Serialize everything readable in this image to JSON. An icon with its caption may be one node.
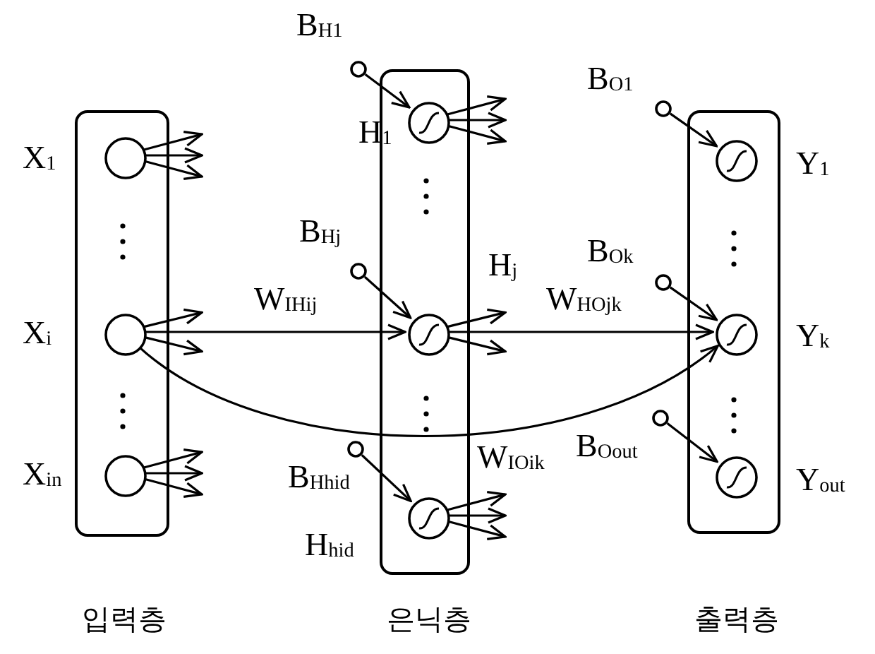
{
  "diagram": {
    "nodes": [
      {
        "text": [
          "입력층"
        ]
      },
      {
        "text": [],
        "shape": "circle",
        "in": 0,
        "beside": [
          "X$_{1}$"
        ]
      },
      {
        "text": [],
        "shape": "circle",
        "in": 0,
        "beside": [
          "X$_{i}$"
        ]
      },
      {
        "text": [],
        "shape": "circle",
        "in": 0,
        "beside": [
          "X$_{in}$"
        ]
      },
      {
        "text": [
          "은닉층"
        ]
      },
      {
        "text": [],
        "shape": "circle",
        "beside": [
          "B$_{H1}$"
        ]
      },
      {
        "text": [],
        "shape": "circle",
        "in": 4,
        "beside": [
          "H$_{1}$"
        ]
      },
      {
        "text": [],
        "shape": "circle",
        "beside": [
          "B$_{Hj}$"
        ]
      },
      {
        "text": [],
        "shape": "circle",
        "in": 4,
        "beside": [
          "H$_{j}$"
        ]
      },
      {
        "text": [],
        "shape": "circle",
        "beside": [
          "B$_{Hhid}$"
        ]
      },
      {
        "text": [],
        "shape": "circle",
        "in": 4,
        "beside": [
          "H$_{hid}$"
        ]
      },
      {
        "text": [
          "출력층"
        ]
      },
      {
        "text": [],
        "shape": "circle",
        "beside": [
          "B$_{O1}$"
        ]
      },
      {
        "text": [],
        "shape": "circle",
        "in": 11,
        "beside": [
          "Y$_{1}$"
        ]
      },
      {
        "text": [],
        "shape": "circle",
        "beside": [
          "B$_{Ok}$"
        ]
      },
      {
        "text": [],
        "shape": "circle",
        "in": 11,
        "beside": [
          "Y$_{k}$"
        ]
      },
      {
        "text": [],
        "shape": "circle",
        "beside": [
          "B$_{Oout}$"
        ]
      },
      {
        "text": [],
        "shape": "circle",
        "in": 11,
        "beside": [
          "Y$_{out}$"
        ]
      }
    ],
    "edges": [
      {
        "from": 1,
        "to": null,
        "arrow": "to"
      },
      {
        "from": 1,
        "to": null,
        "arrow": "to"
      },
      {
        "from": 1,
        "to": null,
        "arrow": "to"
      },
      {
        "from": 2,
        "to": null,
        "arrow": "to"
      },
      {
        "from": 2,
        "to": 8,
        "arrow": "to",
        "label": "W$_{IHij}$"
      },
      {
        "from": 2,
        "to": null,
        "arrow": "to"
      },
      {
        "from": 2,
        "to": 15,
        "arrow": "to",
        "label": "W$_{IOik}$"
      },
      {
        "from": 3,
        "to": null,
        "arrow": "to"
      },
      {
        "from": 3,
        "to": null,
        "arrow": "to"
      },
      {
        "from": 3,
        "to": null,
        "arrow": "to"
      },
      {
        "from": 5,
        "to": 6,
        "arrow": "to"
      },
      {
        "from": 6,
        "to": null,
        "arrow": "to"
      },
      {
        "from": 6,
        "to": null,
        "arrow": "to"
      },
      {
        "from": 6,
        "to": null,
        "arrow": "to"
      },
      {
        "from": 7,
        "to": 8,
        "arrow": "to"
      },
      {
        "from": 8,
        "to": null,
        "arrow": "to"
      },
      {
        "from": 8,
        "to": 15,
        "arrow": "to",
        "label": "W$_{HOjk}$"
      },
      {
        "from": 8,
        "to": null,
        "arrow": "to"
      },
      {
        "from": 9,
        "to": 10,
        "arrow": "to"
      },
      {
        "from": 10,
        "to": null,
        "arrow": "to"
      },
      {
        "from": 10,
        "to": null,
        "arrow": "to"
      },
      {
        "from": 10,
        "to": null,
        "arrow": "to"
      },
      {
        "from": 12,
        "to": 13,
        "arrow": "to"
      },
      {
        "from": 14,
        "to": 15,
        "arrow": "to"
      },
      {
        "from": 16,
        "to": 17,
        "arrow": "to"
      }
    ]
  }
}
